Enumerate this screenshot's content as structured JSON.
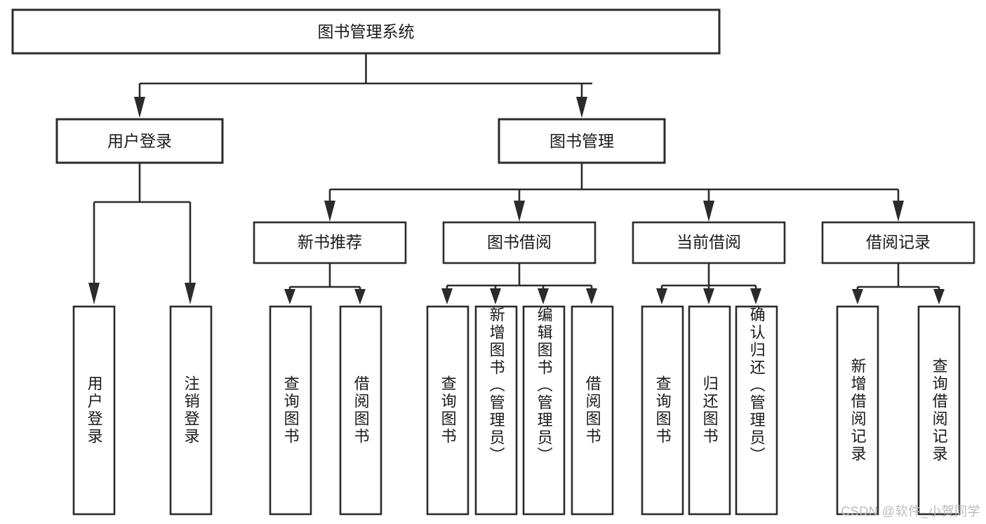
{
  "diagram": {
    "type": "hierarchy-tree",
    "title": "图书管理系统",
    "background_color": "#ffffff",
    "stroke_color": "#2b2b2b",
    "text_color": "#1a1a1a",
    "root": {
      "label": "图书管理系统"
    },
    "level2": [
      {
        "label": "用户登录"
      },
      {
        "label": "图书管理"
      }
    ],
    "level3": [
      {
        "label": "新书推荐"
      },
      {
        "label": "图书借阅"
      },
      {
        "label": "当前借阅"
      },
      {
        "label": "借阅记录"
      }
    ],
    "leaves": {
      "user_login": [
        {
          "label": "用户登录"
        },
        {
          "label": "注销登录"
        }
      ],
      "new_book": [
        {
          "label": "查询图书"
        },
        {
          "label": "借阅图书"
        }
      ],
      "book_borrow": [
        {
          "label": "查询图书"
        },
        {
          "label": "新增图书（管理员）"
        },
        {
          "label": "编辑图书（管理员）"
        },
        {
          "label": "借阅图书"
        }
      ],
      "current_borrow": [
        {
          "label": "查询图书"
        },
        {
          "label": "归还图书"
        },
        {
          "label": "确认归还（管理员）"
        }
      ],
      "borrow_record": [
        {
          "label": "新增借阅记录"
        },
        {
          "label": "查询借阅记录"
        }
      ]
    }
  },
  "watermark": {
    "text": "CSDN @软件_小贺同学"
  }
}
